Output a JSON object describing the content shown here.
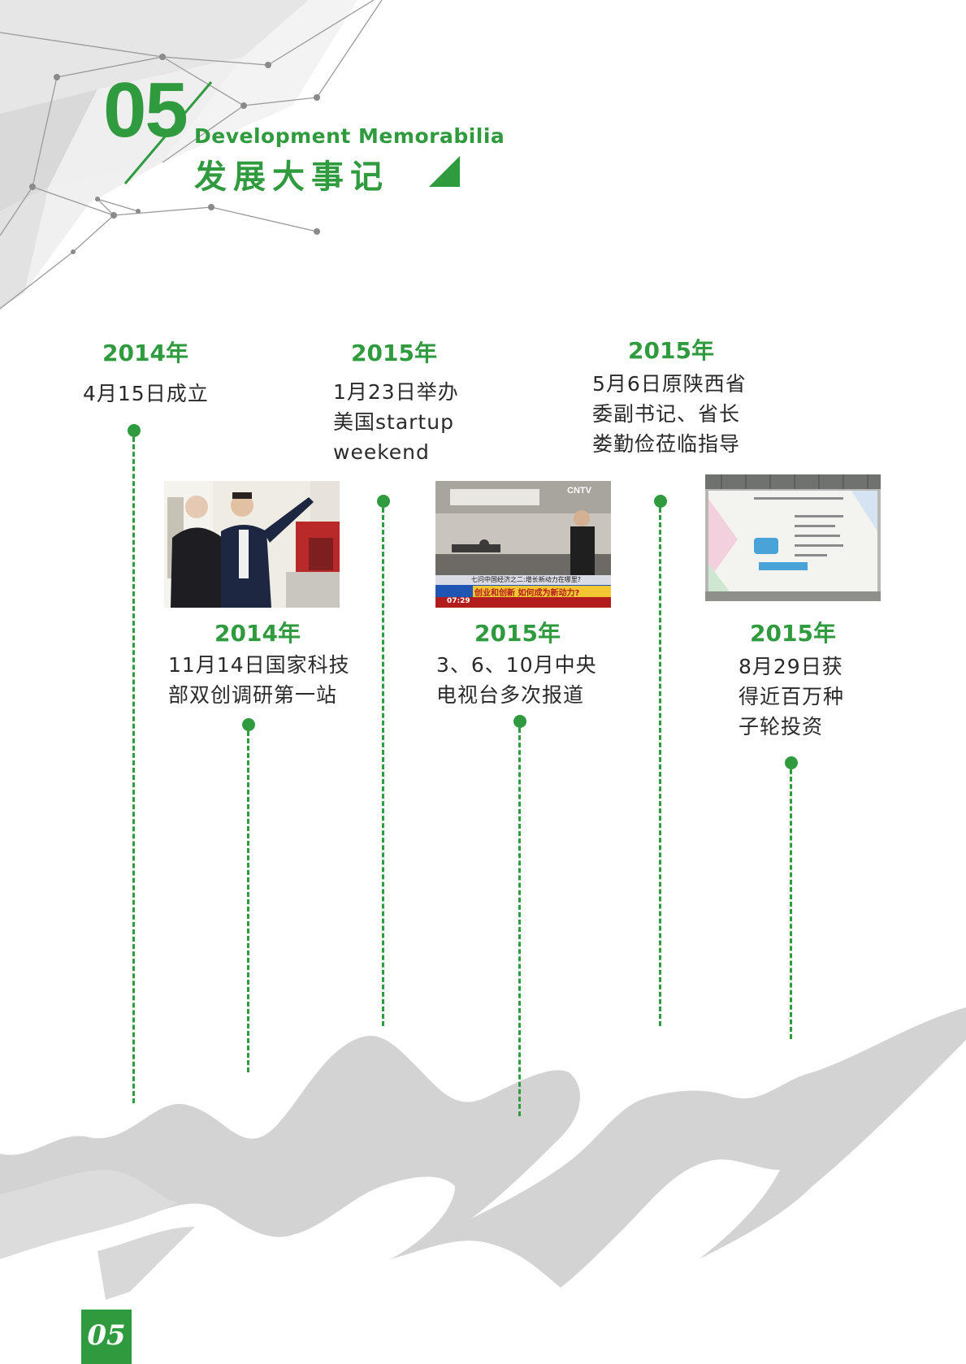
{
  "header": {
    "section_number": "05",
    "title_en": "Development Memorabilia",
    "title_zh": "发展大事记"
  },
  "events": [
    {
      "year": "2014年",
      "text": "4月15日成立"
    },
    {
      "year": "2014年",
      "text": "11月14日国家科技\n部双创调研第一站"
    },
    {
      "year": "2015年",
      "text": "1月23日举办\n美国startup\nweekend"
    },
    {
      "year": "2015年",
      "text": "3、6、10月中央\n电视台多次报道"
    },
    {
      "year": "2015年",
      "text": "5月6日原陕西省\n委副书记、省长\n娄勤俭莅临指导"
    },
    {
      "year": "2015年",
      "text": "8月29日获\n得近百万种\n子轮投资"
    }
  ],
  "photos": {
    "tv": {
      "logo": "CNTV",
      "ticker_top": "七问中国经济之二:增长新动力在哪里?",
      "ticker_main": "创业和创新 如何成为新动力?",
      "ticker_bottom": "07:29"
    }
  },
  "footer": {
    "page_number": "05"
  },
  "colors": {
    "accent": "#2f9a3e",
    "text": "#2a2a2a",
    "mountain": "#d3d3d3"
  }
}
